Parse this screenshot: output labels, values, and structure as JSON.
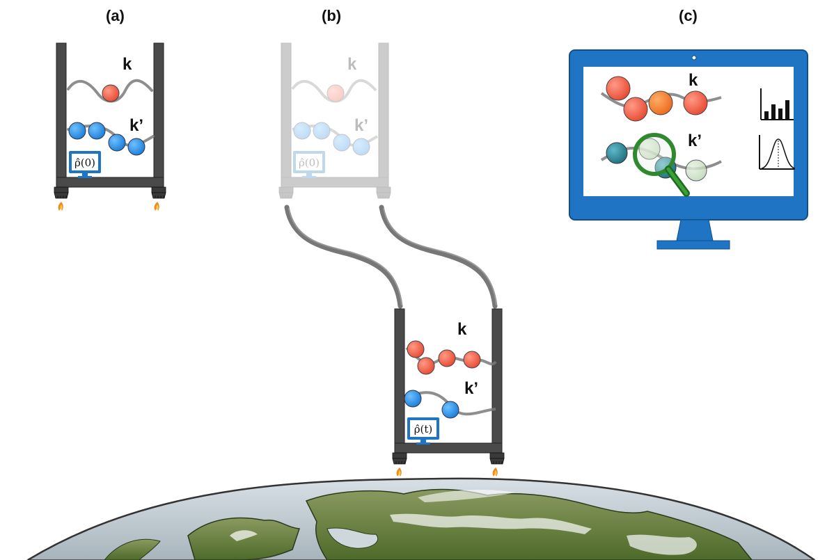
{
  "panels": {
    "a": {
      "label": "(a)",
      "k_label": "k",
      "kprime_label": "k’",
      "state_label": "ρ̂(0)"
    },
    "b": {
      "label": "(b)",
      "k_label": "k",
      "kprime_label": "k’",
      "state_label": "ρ̂(0)"
    },
    "b_lower": {
      "k_label": "k",
      "kprime_label": "k’",
      "state_label": "ρ̂(t)"
    },
    "c": {
      "label": "(c)",
      "k_label": "k",
      "kprime_label": "k’"
    }
  },
  "icons": [
    "rocket-frame",
    "thruster-flame",
    "monitor",
    "magnifier-icon",
    "bar-chart-icon",
    "gaussian-curve-icon",
    "earth-globe"
  ],
  "colors": {
    "frame": "#4a4a4a",
    "particle_k": "#f05a45",
    "particle_k_alt": "#f07a30",
    "particle_kprime": "#2b8fe6",
    "particle_teal": "#2e8a9c",
    "monitor_blue": "#1f75c4",
    "magnifier_green": "#2f8a2f",
    "flame": "#f08a1e"
  }
}
